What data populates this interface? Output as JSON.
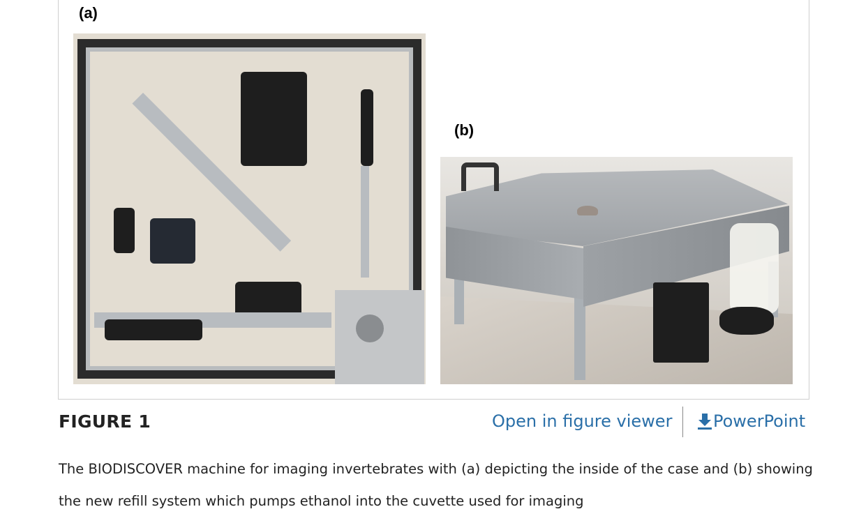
{
  "figure": {
    "panel_a_label": "(a)",
    "panel_b_label": "(b)",
    "heading": "FIGURE 1",
    "open_viewer_label": "Open in figure viewer",
    "powerpoint_label": "PowerPoint",
    "download_icon": "download-arrow-icon",
    "caption": "The BIODISCOVER machine for imaging invertebrates with (a) depicting the inside of the case and (b) showing the new refill system which pumps ethanol into the cuvette used for imaging",
    "accent_color": "#2a6fa8"
  }
}
